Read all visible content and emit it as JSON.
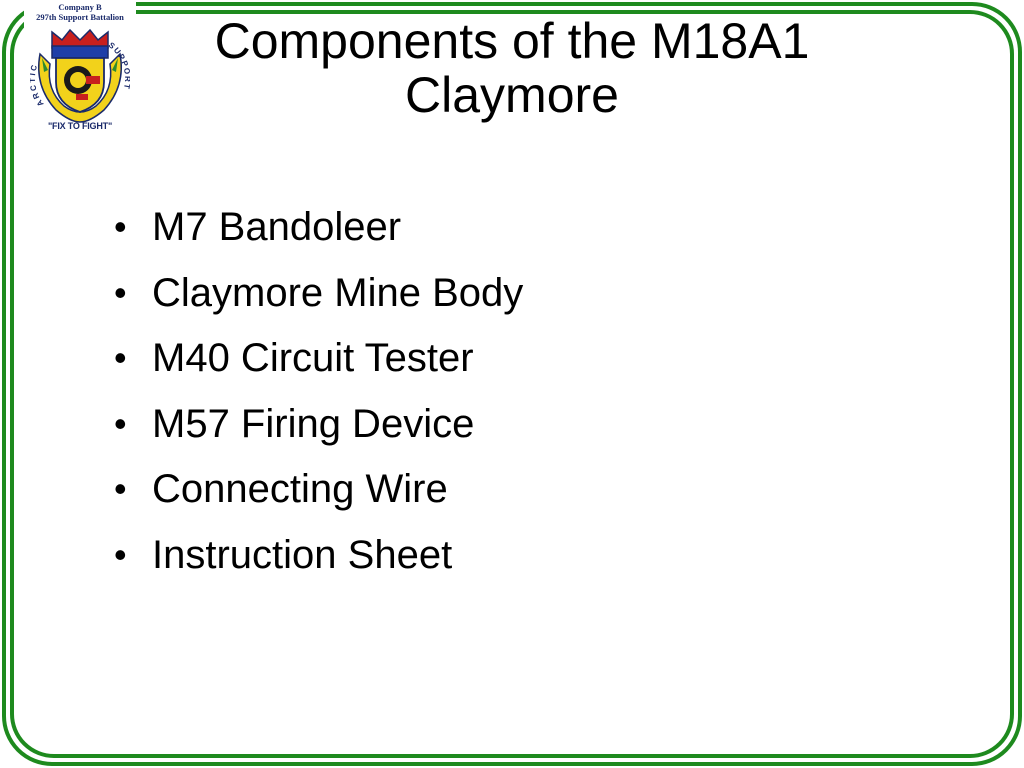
{
  "logo": {
    "caption_line1": "Company B",
    "caption_line2": "297th Support Battalion",
    "ring_left": "ARCTIC",
    "ring_right": "SUPPORT",
    "motto": "\"FIX TO FIGHT\""
  },
  "slide": {
    "title_line1": "Components of the M18A1",
    "title_line2": "Claymore",
    "bullets": [
      "M7 Bandoleer",
      "Claymore Mine Body",
      "M40 Circuit Tester",
      "M57 Firing Device",
      "Connecting Wire",
      "Instruction Sheet"
    ]
  },
  "colors": {
    "border": "#1e8a1e",
    "logo_yellow": "#f2d21b",
    "logo_blue": "#1f3fa8",
    "logo_red": "#c8201e",
    "logo_green": "#2f8a2f"
  }
}
